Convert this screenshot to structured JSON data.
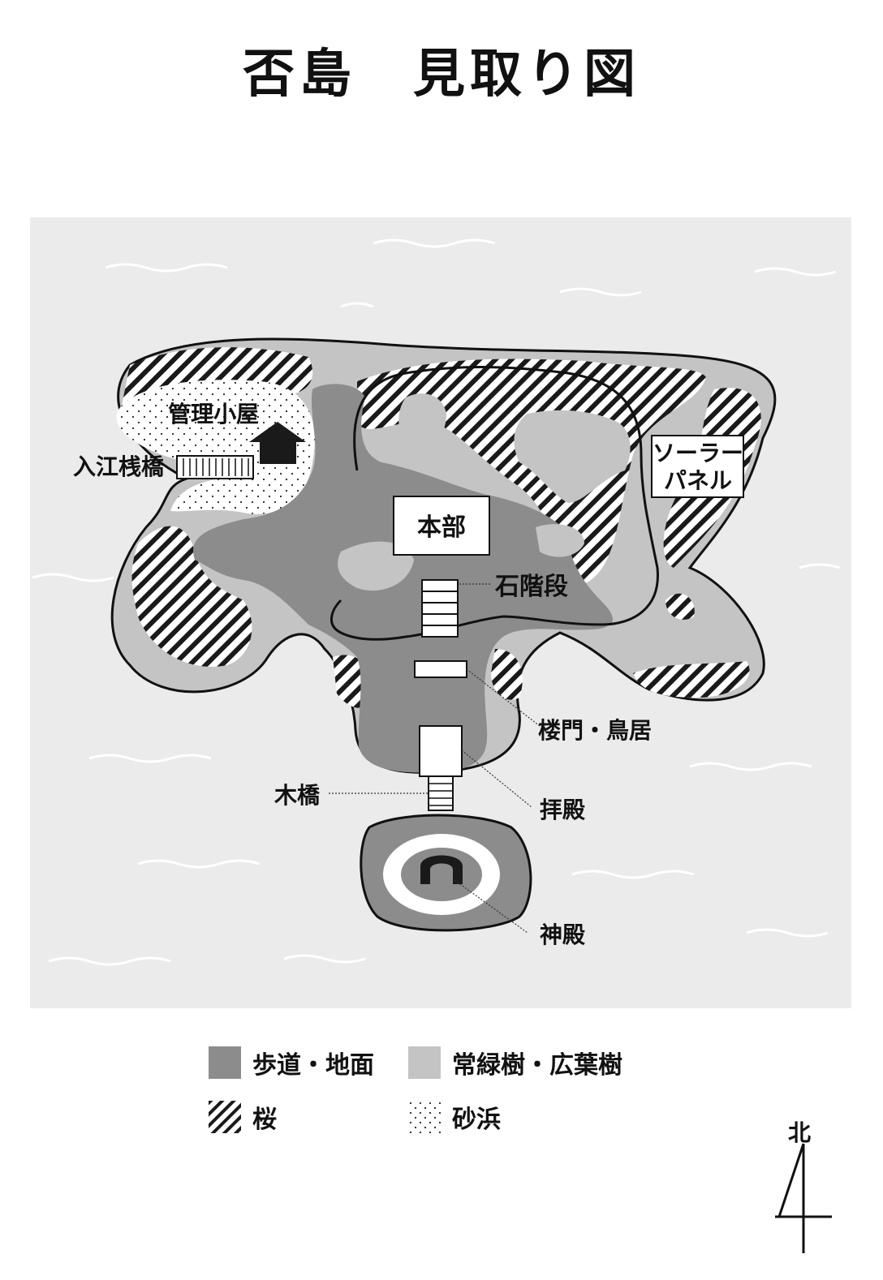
{
  "title": "否島　見取り図",
  "labels": {
    "kanri_koya": "管理小屋",
    "irie_sanbashi": "入江桟橋",
    "honbu": "本部",
    "solar_line1": "ソーラー",
    "solar_line2": "パネル",
    "ishi_kaidan": "石階段",
    "romon_torii": "楼門・鳥居",
    "haiden": "拝殿",
    "mokkyo": "木橋",
    "shinden": "神殿"
  },
  "legend": [
    {
      "label": "歩道・地面",
      "pattern": "walkway"
    },
    {
      "label": "常緑樹・広葉樹",
      "pattern": "evergreen"
    },
    {
      "label": "桜",
      "pattern": "cherry"
    },
    {
      "label": "砂浜",
      "pattern": "sand"
    }
  ],
  "compass": {
    "label": "北"
  },
  "colors": {
    "sea": "#ebebeb",
    "walkway": "#8c8c8c",
    "evergreen": "#c4c4c4",
    "cherry_stripe": "#1a1a1a",
    "sand": "#ffffff",
    "building": "#ffffff",
    "outline": "#111111"
  },
  "icons": {
    "hut": "house-icon",
    "shrine": "arch-icon"
  }
}
